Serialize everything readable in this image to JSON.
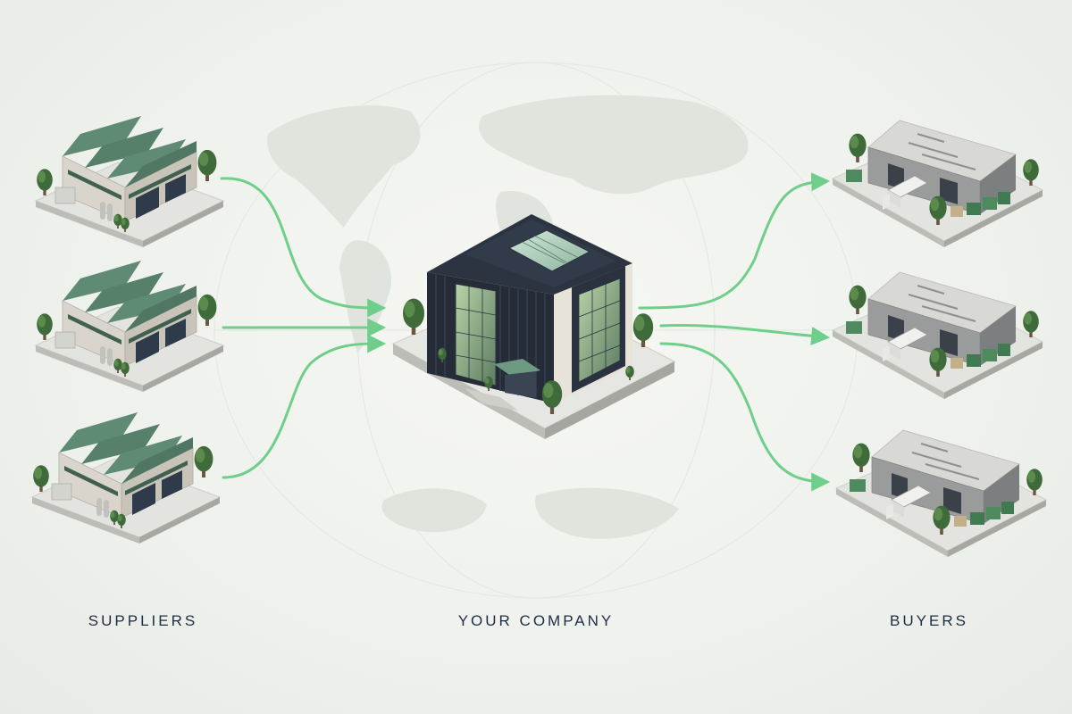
{
  "labels": {
    "suppliers": "SUPPLIERS",
    "company": "YOUR COMPANY",
    "buyers": "BUYERS"
  },
  "nodes": {
    "suppliers_count": 3,
    "buyers_count": 3
  },
  "colors": {
    "background": "#eef1ec",
    "flow_arrow": "#6fcf8a",
    "label_text": "#1f2d45",
    "roof_green": "#5f8a73",
    "hq_dark": "#1f2633"
  }
}
